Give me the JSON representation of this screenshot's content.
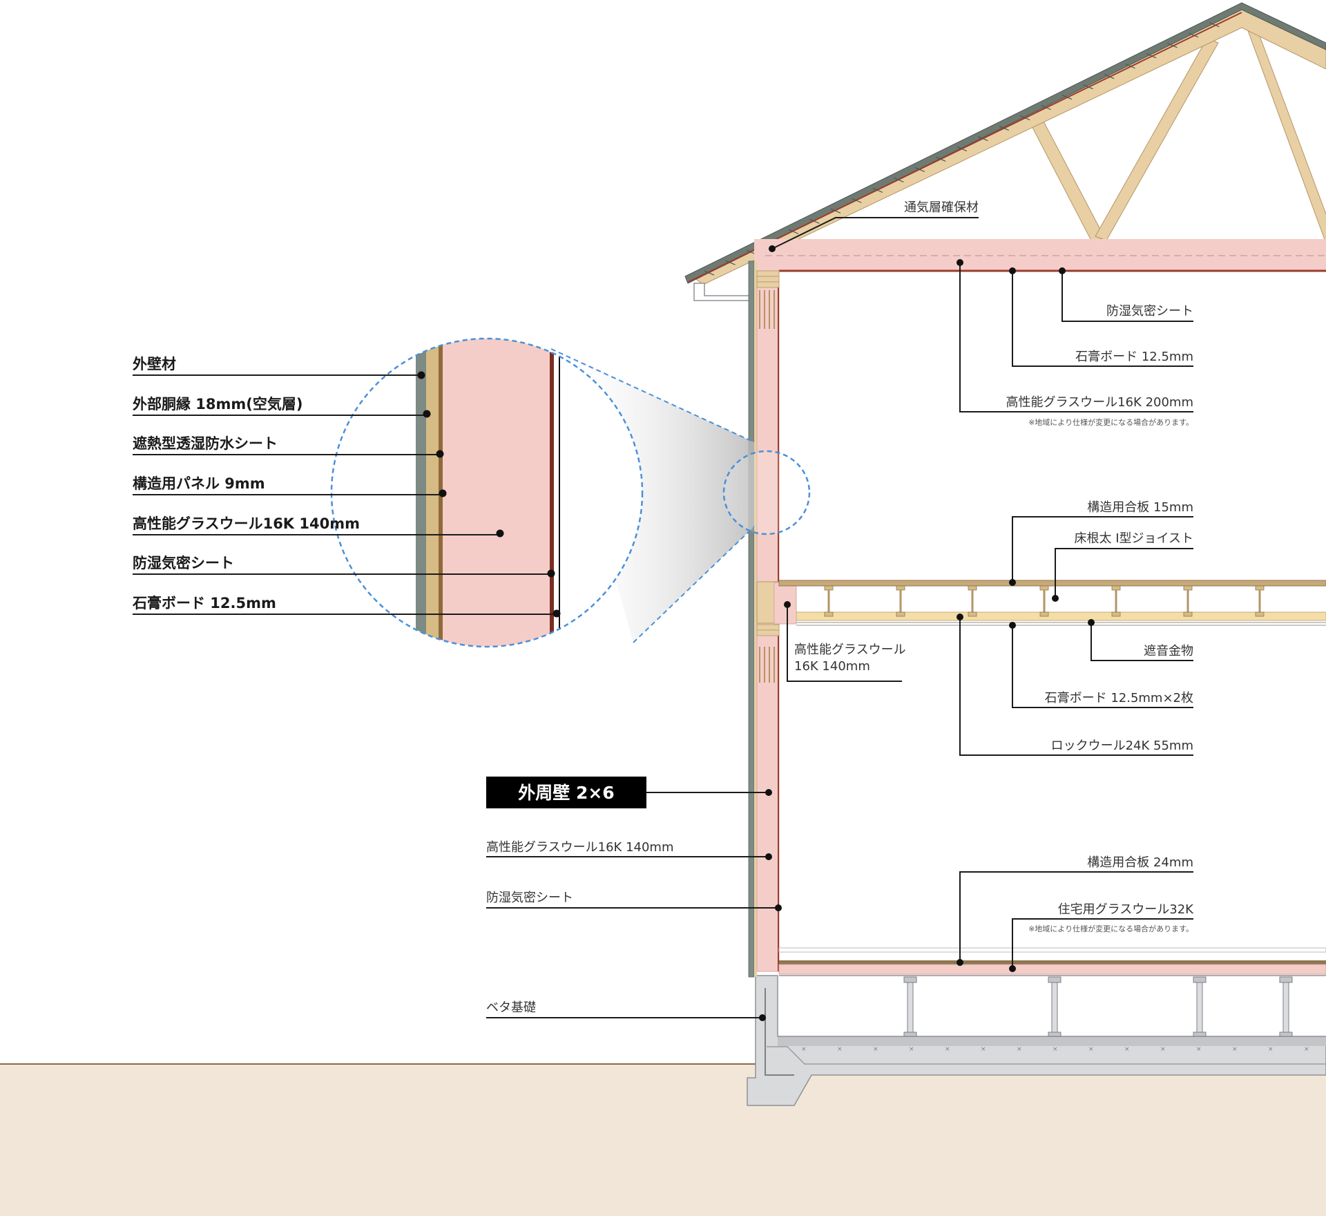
{
  "colors": {
    "insulation": "#f5cdc8",
    "timber": "#e8cfa4",
    "cladding": "#7e8a84",
    "ground": "#f2e6d8",
    "concrete": "#d9dadc",
    "callout": "#4a90d9",
    "tag_bg": "#000000"
  },
  "wall_detail_labels": [
    "外壁材",
    "外部胴縁 18mm(空気層)",
    "遮熱型透湿防水シート",
    "構造用パネル 9mm",
    "高性能グラスウール16K 140mm",
    "防湿気密シート",
    "石膏ボード 12.5mm"
  ],
  "roof": {
    "vent_label": "通気層確保材",
    "sheet_label": "防湿気密シート",
    "board_label": "石膏ボード 12.5mm",
    "insulation_label": "高性能グラスウール16K 200mm",
    "note": "※地域により仕様が変更になる場合があります。"
  },
  "floor2": {
    "plywood_label": "構造用合板 15mm",
    "joist_label": "床根太 I型ジョイスト",
    "rim_insulation_line1": "高性能グラスウール",
    "rim_insulation_line2": "16K 140mm",
    "sound_label": "遮音金物",
    "board_label": "石膏ボード 12.5mm×2枚",
    "rockwool_label": "ロックウール24K 55mm"
  },
  "wall": {
    "tag_label": "外周壁 2×6",
    "insulation_label": "高性能グラスウール16K 140mm",
    "sheet_label": "防湿気密シート"
  },
  "floor1": {
    "plywood_label": "構造用合板 24mm",
    "insulation_label": "住宅用グラスウール32K",
    "note": "※地域により仕様が変更になる場合があります。"
  },
  "foundation": {
    "label": "ベタ基礎"
  }
}
